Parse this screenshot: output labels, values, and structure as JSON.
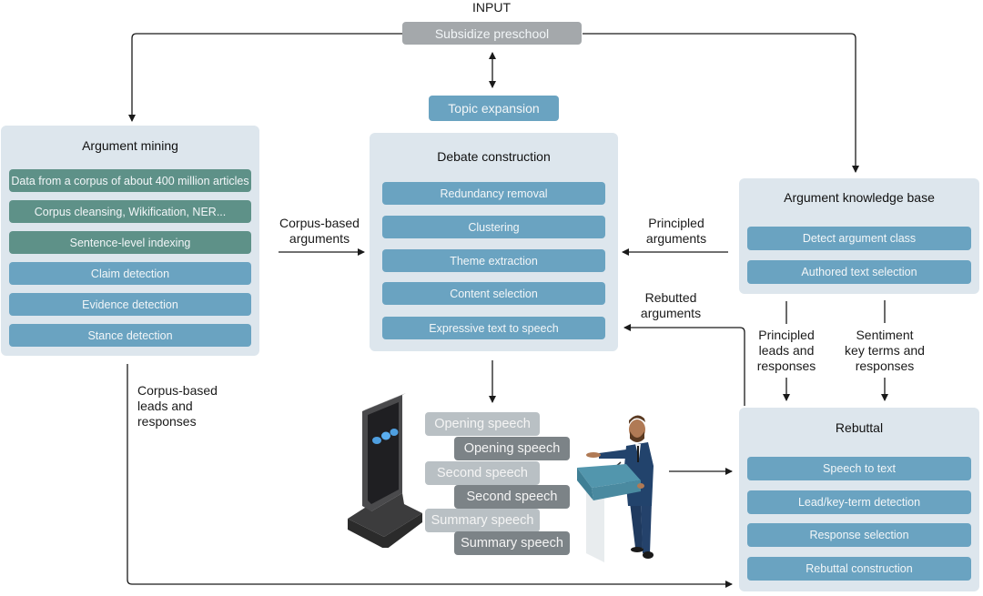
{
  "input": {
    "heading": "INPUT",
    "topic": "Subsidize preschool",
    "topic_expansion": "Topic expansion"
  },
  "argument_mining": {
    "title": "Argument mining",
    "steps": [
      {
        "label": "Data from a corpus of about 400 million articles",
        "color": "teal"
      },
      {
        "label": "Corpus cleansing, Wikification, NER...",
        "color": "teal"
      },
      {
        "label": "Sentence-level indexing",
        "color": "teal"
      },
      {
        "label": "Claim detection",
        "color": "blue"
      },
      {
        "label": "Evidence detection",
        "color": "blue"
      },
      {
        "label": "Stance detection",
        "color": "blue"
      }
    ]
  },
  "debate_construction": {
    "title": "Debate construction",
    "steps": [
      "Redundancy removal",
      "Clustering",
      "Theme extraction",
      "Content selection",
      "Expressive text to speech"
    ]
  },
  "knowledge_base": {
    "title": "Argument knowledge base",
    "steps": [
      "Detect argument class",
      "Authored text selection"
    ]
  },
  "rebuttal": {
    "title": "Rebuttal",
    "steps": [
      "Speech to text",
      "Lead/key-term detection",
      "Response selection",
      "Rebuttal construction"
    ]
  },
  "edge_labels": {
    "corpus_arguments": [
      "Corpus-based",
      "arguments"
    ],
    "principled_arguments": [
      "Principled",
      "arguments"
    ],
    "rebutted_arguments": [
      "Rebutted",
      "arguments"
    ],
    "principled_leads": [
      "Principled",
      "leads and",
      "responses"
    ],
    "sentiment": [
      "Sentiment",
      "key terms and",
      "responses"
    ],
    "corpus_leads": [
      "Corpus-based",
      "leads and",
      "responses"
    ]
  },
  "speeches": [
    {
      "label": "Opening speech",
      "side": "machine"
    },
    {
      "label": "Opening speech",
      "side": "human"
    },
    {
      "label": "Second speech",
      "side": "machine"
    },
    {
      "label": "Second speech",
      "side": "human"
    },
    {
      "label": "Summary speech",
      "side": "machine"
    },
    {
      "label": "Summary speech",
      "side": "human"
    }
  ],
  "colors": {
    "panel_bg": "#dde6ed",
    "step_blue": "#6aa3c1",
    "step_teal": "#5e9188",
    "input_gray": "#a4a8ab",
    "speech_light": "#b9c0c4",
    "speech_dark": "#7c8387"
  }
}
